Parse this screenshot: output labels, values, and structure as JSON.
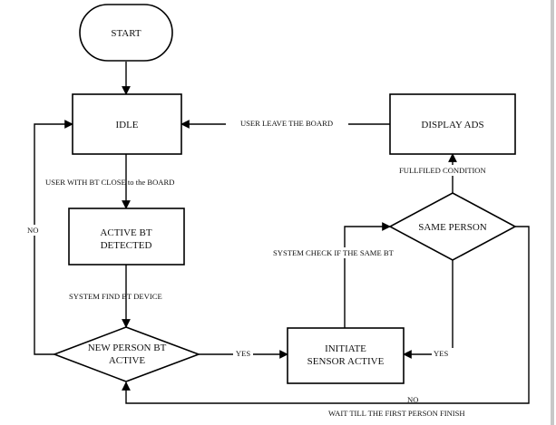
{
  "nodes": {
    "start": "START",
    "idle": "IDLE",
    "active_bt": [
      "ACTIVE BT",
      "DETECTED"
    ],
    "new_person": [
      "NEW PERSON BT",
      "ACTIVE"
    ],
    "initiate": [
      "INITIATE",
      "SENSOR ACTIVE"
    ],
    "same_person": "SAME PERSON",
    "display_ads": "DISPLAY ADS"
  },
  "edges": {
    "user_leave": "USER LEAVE THE BOARD",
    "user_close": "USER WITH BT CLOSE to the BOARD",
    "system_find": "SYSTEM FIND BT DEVICE",
    "yes_new": "YES",
    "yes_same": "YES",
    "system_check": "SYSTEM CHECK IF THE SAME BT",
    "fulfilled": "FULLFILED CONDITION",
    "no_left": "NO",
    "no_bottom": "NO",
    "wait": "WAIT TILL THE FIRST PERSON FINISH"
  },
  "colors": {
    "stroke": "#000000",
    "fill": "#ffffff",
    "text": "#111111"
  }
}
